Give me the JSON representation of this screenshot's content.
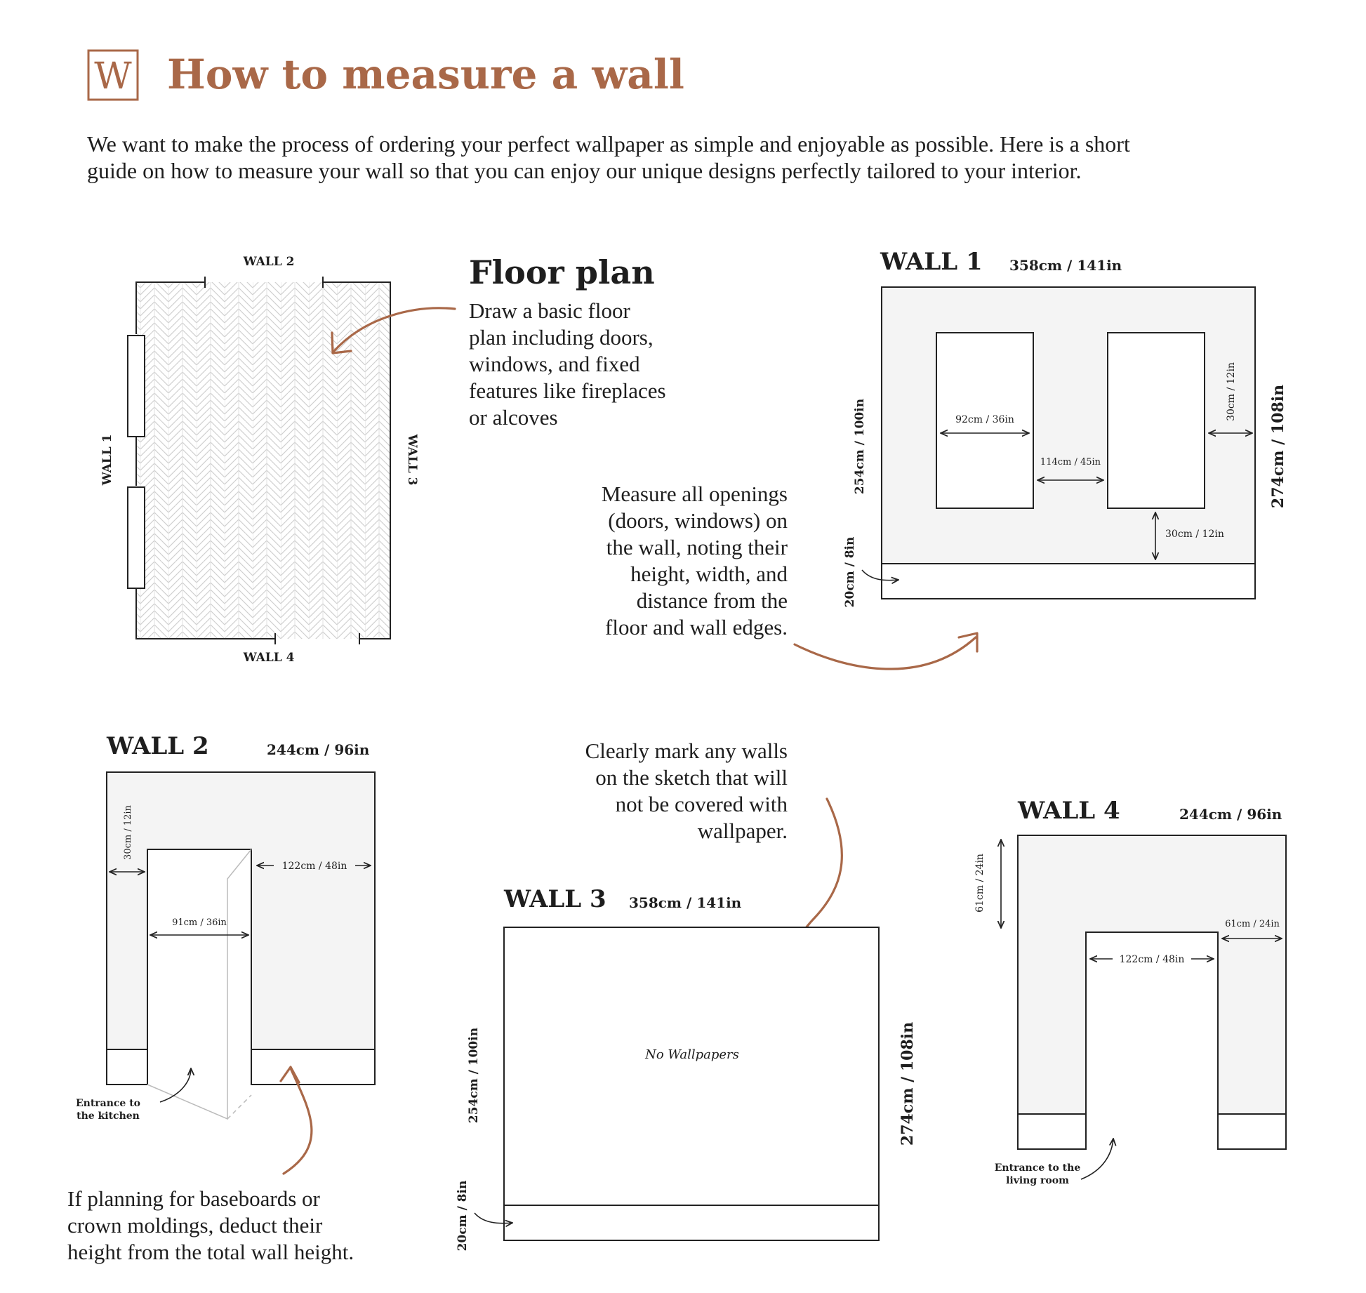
{
  "header": {
    "logo_letter": "W",
    "title": "How to measure a wall",
    "intro_line1": "We want to make the process of ordering your perfect wallpaper as simple and enjoyable as possible. Here is a short",
    "intro_line2": "guide on how to measure your wall so that you can enjoy our unique designs perfectly tailored to your interior."
  },
  "floor_plan": {
    "heading": "Floor plan",
    "description": [
      "Draw a basic floor",
      "plan including doors,",
      "windows, and fixed",
      "features like fireplaces",
      "or alcoves"
    ],
    "labels": {
      "wall1": "WALL 1",
      "wall2": "WALL 2",
      "wall3": "WALL 3",
      "wall4": "WALL 4"
    }
  },
  "notes": {
    "openings": [
      "Measure all openings",
      "(doors, windows) on",
      "the wall, noting their",
      "height, width, and",
      "distance from the",
      "floor and wall edges."
    ],
    "uncovered": [
      "Clearly mark any walls",
      "on the sketch that will",
      "not be covered with",
      "wallpaper."
    ],
    "baseboards": [
      "If planning for baseboards or",
      "crown moldings, deduct their",
      "height from the total wall height."
    ]
  },
  "wall1": {
    "title": "WALL 1",
    "width": "358cm / 141in",
    "height_total": "274cm / 108in",
    "height_upper": "254cm / 100in",
    "baseboard": "20cm / 8in",
    "window_width": "92cm / 36in",
    "gap_between": "114cm / 45in",
    "right_margin": "30cm / 12in",
    "bottom_margin": "30cm / 12in"
  },
  "wall2": {
    "title": "WALL 2",
    "width": "244cm / 96in",
    "left_margin": "30cm / 12in",
    "door_width": "91cm / 36in",
    "right_section": "122cm / 48in",
    "entrance": [
      "Entrance to",
      "the kitchen"
    ]
  },
  "wall3": {
    "title": "WALL 3",
    "width": "358cm / 141in",
    "height_total": "274cm / 108in",
    "height_upper": "254cm / 100in",
    "baseboard": "20cm / 8in",
    "center_note": "No Wallpapers"
  },
  "wall4": {
    "title": "WALL 4",
    "width": "244cm / 96in",
    "top_height": "61cm / 24in",
    "opening_width": "122cm / 48in",
    "right_section": "61cm / 24in",
    "entrance": [
      "Entrance to the",
      "living room"
    ]
  },
  "colors": {
    "brand": "#a96848",
    "wall_fill": "#f4f4f4",
    "ink": "#222222"
  }
}
